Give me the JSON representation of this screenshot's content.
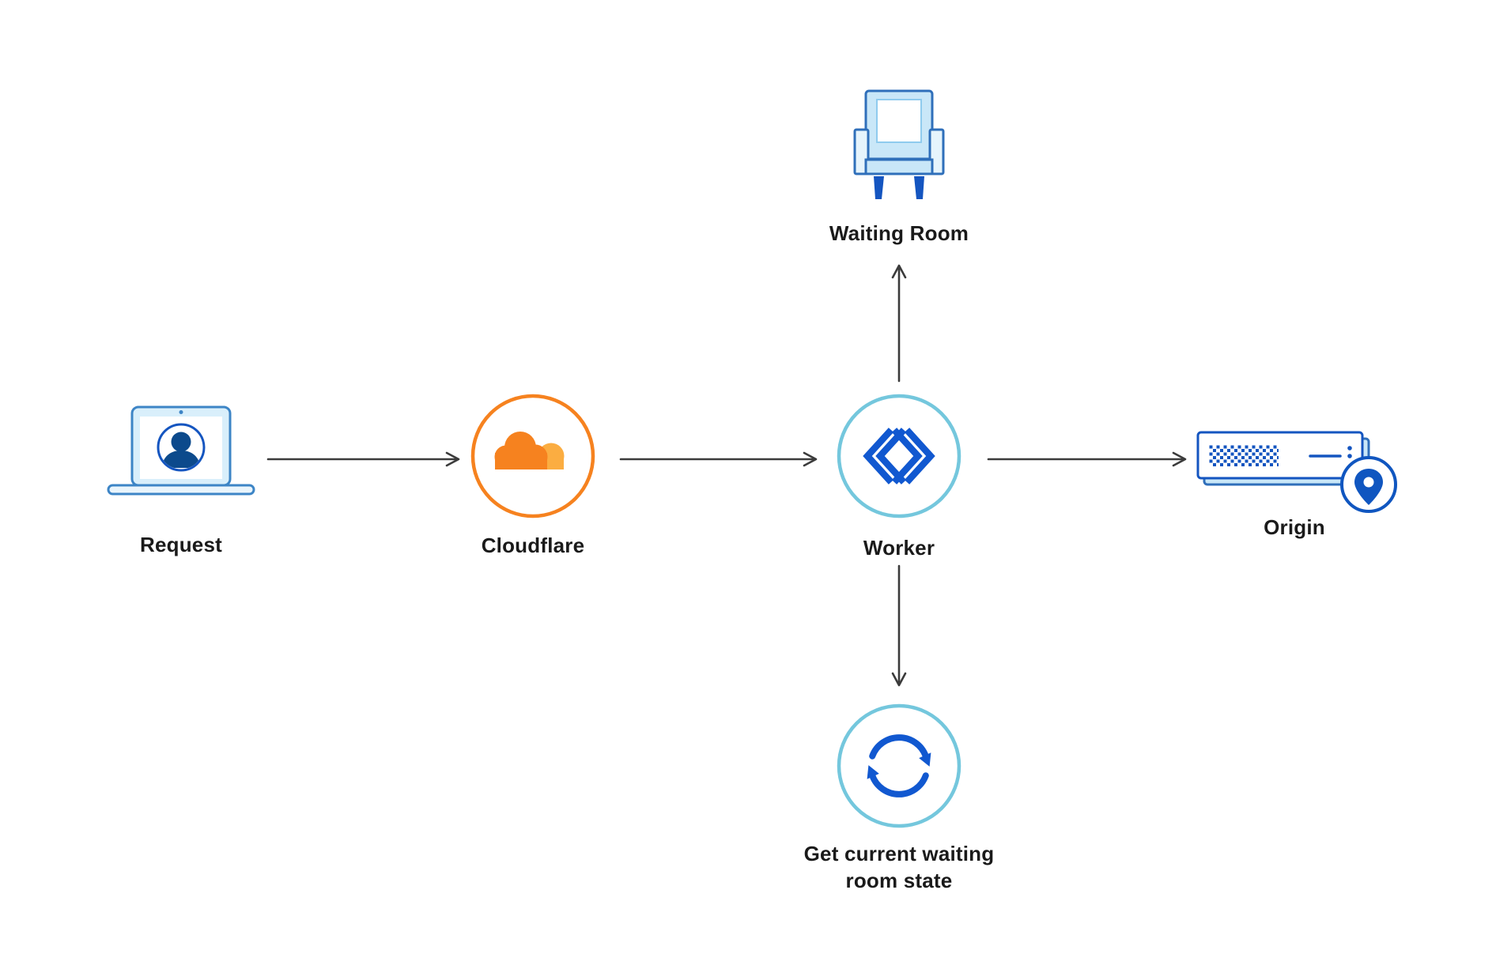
{
  "diagram": {
    "nodes": {
      "request": {
        "label": "Request",
        "icon": "laptop-user-icon"
      },
      "cloudflare": {
        "label": "Cloudflare",
        "icon": "cloudflare-logo-icon"
      },
      "worker": {
        "label": "Worker",
        "icon": "code-brackets-icon"
      },
      "waiting_room": {
        "label": "Waiting Room",
        "icon": "chair-icon"
      },
      "origin": {
        "label": "Origin",
        "icon": "server-location-icon"
      },
      "get_state": {
        "label": "Get current waiting room state",
        "icon": "sync-icon"
      }
    },
    "colors": {
      "background": "#FFFFFF",
      "arrow": "#3B3B3B",
      "orange": "#F6821F",
      "orange_light": "#FBAD41",
      "cyan_ring": "#74C7DD",
      "blue": "#1158D0",
      "blue_dark": "#0C4A8C",
      "blue_light": "#C9E7F8",
      "text": "#1A1A1A"
    }
  }
}
